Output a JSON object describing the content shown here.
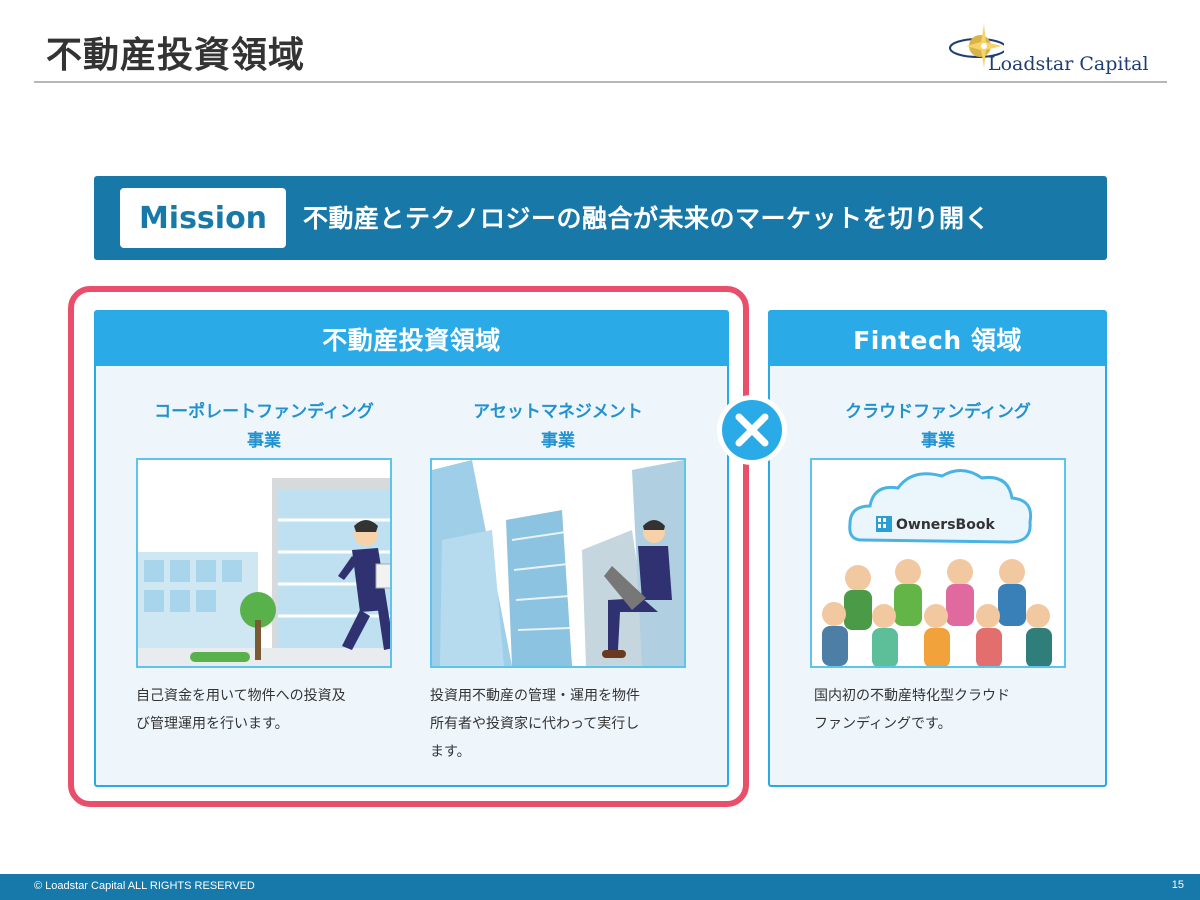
{
  "slide": {
    "title": "不動産投資領域",
    "page_number": "15"
  },
  "logo": {
    "text": "Loadstar Capital"
  },
  "mission": {
    "badge": "Mission",
    "statement": "不動産とテクノロジーの融合が未来のマーケットを切り開く"
  },
  "left_panel": {
    "header": "不動産投資領域",
    "businesses": [
      {
        "title_line1": "コーポレートファンディング",
        "title_line2": "事業",
        "desc_line1": "自己資金を用いて物件への投資及",
        "desc_line2": "び管理運用を行います。"
      },
      {
        "title_line1": "アセットマネジメント",
        "title_line2": "事業",
        "desc_line1": "投資用不動産の管理・運用を物件",
        "desc_line2": "所有者や投資家に代わって実行し",
        "desc_line3": "ます。"
      }
    ]
  },
  "right_panel": {
    "header": "Fintech 領域",
    "business": {
      "title_line1": "クラウドファンディング",
      "title_line2": "事業",
      "cloud_label": "OwnersBook",
      "desc_line1": "国内初の不動産特化型クラウド",
      "desc_line2": "ファンディングです。"
    }
  },
  "footer": {
    "copyright": "© Loadstar Capital ALL RIGHTS RESERVED"
  },
  "colors": {
    "primary_blue": "#1878a8",
    "panel_blue": "#2aaae6",
    "highlight_red": "#e94f6b",
    "title_blue": "#2192cf"
  }
}
